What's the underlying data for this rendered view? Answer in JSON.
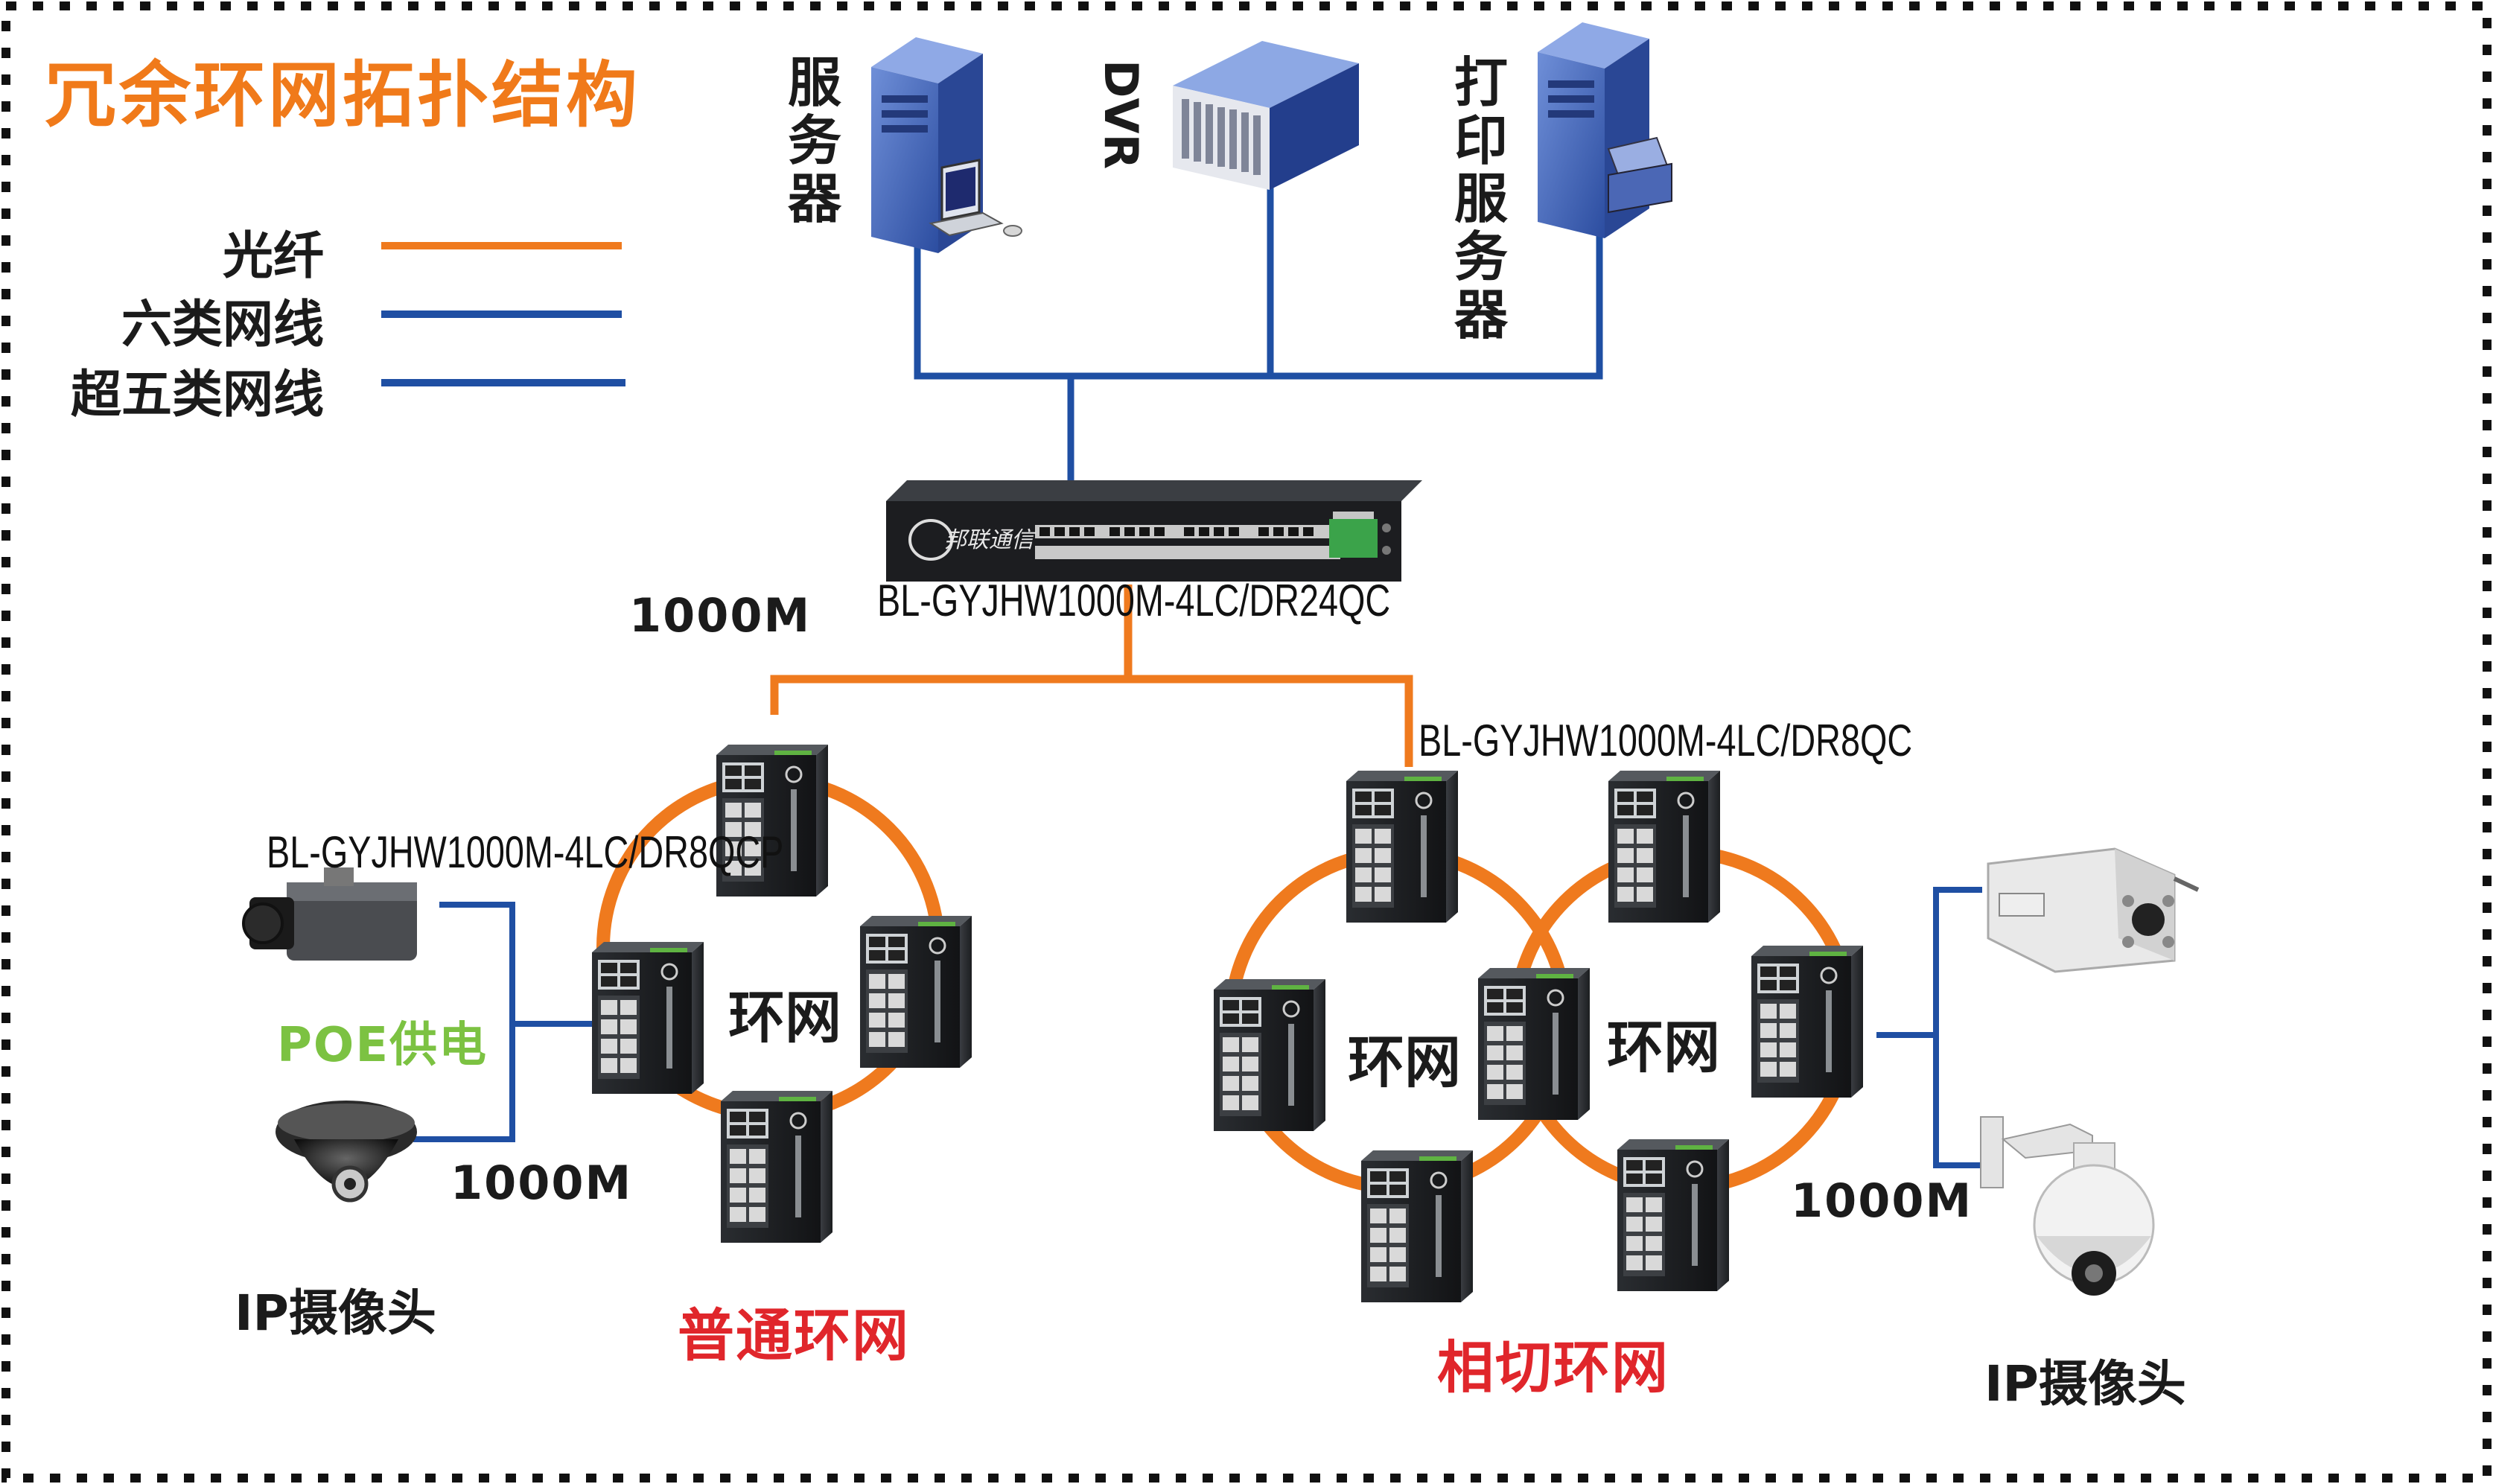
{
  "title": "冗余环网拓扑结构",
  "colors": {
    "fiber": "#ef7a1e",
    "cable": "#1f4fa3",
    "title": "#f07a1a",
    "red_label": "#e0262b",
    "poe": "#7cc242"
  },
  "legend": [
    {
      "label": "光纤",
      "line_color": "#ef7a1e"
    },
    {
      "label": "六类网线",
      "line_color": "#1f4fa3"
    },
    {
      "label": "超五类网线",
      "line_color": "#1f4fa3"
    }
  ],
  "top_devices": {
    "server": "服务器",
    "dvr": "DVR",
    "print_server": "打印服务器"
  },
  "core_switch": {
    "brand": "邦联通信",
    "model": "BL-GYJHW1000M-4LC/DR24QC"
  },
  "speeds": {
    "uplink": "1000M",
    "left_cameras": "1000M",
    "right_cameras": "1000M"
  },
  "left_ring": {
    "model": "BL-GYJHW1000M-4LC/DR8QCP",
    "ring_label": "环网",
    "name": "普通环网",
    "poe_label": "POE供电"
  },
  "right_ring": {
    "model": "BL-GYJHW1000M-4LC/DR8QC",
    "ring_label_a": "环网",
    "ring_label_b": "环网",
    "name": "相切环网"
  },
  "cameras": {
    "left_label": "IP摄像头",
    "right_label": "IP摄像头"
  }
}
